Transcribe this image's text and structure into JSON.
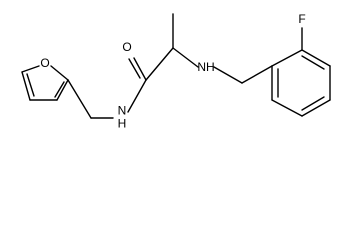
{
  "molecule": {
    "atoms": {
      "fluorine": "F",
      "furan_oxygen": "O",
      "carbonyl_oxygen": "O",
      "amine_nh": "NH",
      "amide_nh": "N\nH"
    }
  },
  "colors": {
    "bond": "#000000",
    "text": "#000000",
    "background": "#ffffff"
  }
}
